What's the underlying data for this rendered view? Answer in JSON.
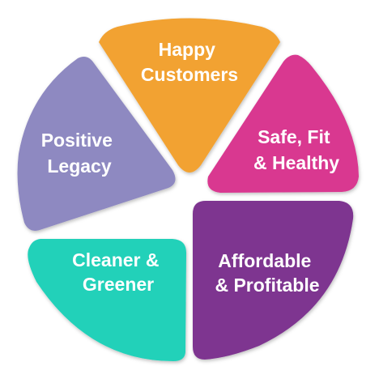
{
  "diagram": {
    "type": "segmented-circle",
    "segments": [
      {
        "id": "happy-customers",
        "lines": [
          "Happy",
          "Customers"
        ],
        "color": "#F2A232"
      },
      {
        "id": "safe-fit-healthy",
        "lines": [
          "Safe, Fit",
          "& Healthy"
        ],
        "color": "#D93990"
      },
      {
        "id": "affordable-profitable",
        "lines": [
          "Affordable",
          "& Profitable"
        ],
        "color": "#7E3690"
      },
      {
        "id": "cleaner-greener",
        "lines": [
          "Cleaner &",
          "Greener"
        ],
        "color": "#20D1B9"
      },
      {
        "id": "positive-legacy",
        "lines": [
          "Positive",
          "Legacy"
        ],
        "color": "#8E89C1"
      }
    ]
  }
}
